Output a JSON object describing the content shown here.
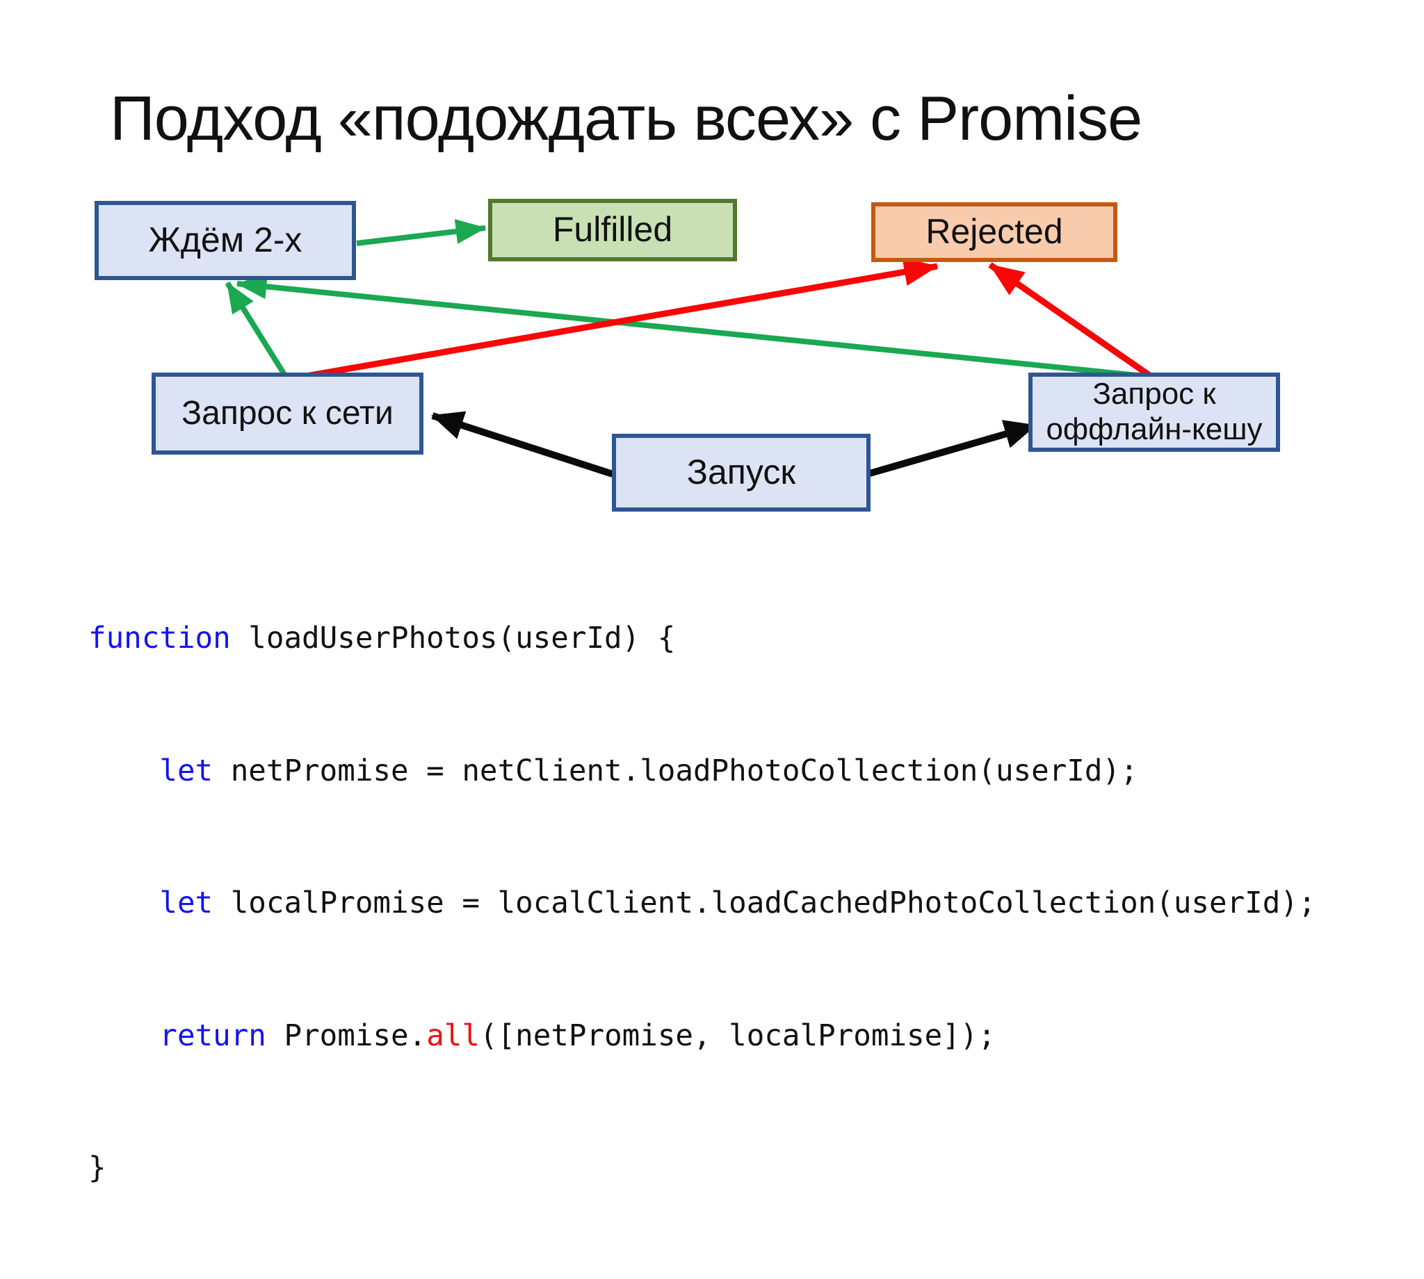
{
  "slide": {
    "title": "Подход «подождать всех» с Promise"
  },
  "colors": {
    "page_bg": "#ffffff",
    "title_text": "#111111",
    "node_blue_fill": "#dce3f4",
    "node_blue_border": "#2d5693",
    "node_green_fill": "#c9e0b5",
    "node_green_border": "#507a2d",
    "node_orange_fill": "#f8cbad",
    "node_orange_border": "#c45911",
    "arrow_green": "#1aa851",
    "arrow_red": "#f90606",
    "arrow_black": "#0a0a0a",
    "code_keyword_blue": "#1414f0",
    "code_method_red": "#ee1111",
    "code_text": "#111111"
  },
  "nodes": {
    "waiting": {
      "label": "Ждём 2-х"
    },
    "fulfilled": {
      "label": "Fulfilled"
    },
    "rejected": {
      "label": "Rejected"
    },
    "net_request": {
      "label": "Запрос к сети"
    },
    "cache_request": {
      "line1": "Запрос к",
      "line2": "оффлайн-кешу"
    },
    "start": {
      "label": "Запуск"
    }
  },
  "edges": [
    {
      "from": "waiting",
      "to": "fulfilled",
      "color": "green"
    },
    {
      "from": "net_request",
      "to": "waiting",
      "color": "green"
    },
    {
      "from": "cache_request",
      "to": "waiting",
      "color": "green"
    },
    {
      "from": "net_request",
      "to": "rejected",
      "color": "red"
    },
    {
      "from": "cache_request",
      "to": "rejected",
      "color": "red"
    },
    {
      "from": "start",
      "to": "net_request",
      "color": "black"
    },
    {
      "from": "start",
      "to": "cache_request",
      "color": "black"
    }
  ],
  "code": {
    "lines": [
      [
        {
          "t": "function",
          "c": "kw"
        },
        {
          "t": " loadUserPhotos(userId) {",
          "c": "pl"
        }
      ],
      [
        {
          "t": "    ",
          "c": "pl"
        },
        {
          "t": "let",
          "c": "kw"
        },
        {
          "t": " netPromise = netClient.loadPhotoCollection(userId);",
          "c": "pl"
        }
      ],
      [
        {
          "t": "    ",
          "c": "pl"
        },
        {
          "t": "let",
          "c": "kw"
        },
        {
          "t": " localPromise = localClient.loadCachedPhotoCollection(userId);",
          "c": "pl"
        }
      ],
      [
        {
          "t": "    ",
          "c": "pl"
        },
        {
          "t": "return",
          "c": "kw"
        },
        {
          "t": " Promise.",
          "c": "pl"
        },
        {
          "t": "all",
          "c": "fn"
        },
        {
          "t": "([netPromise, localPromise]);",
          "c": "pl"
        }
      ],
      [
        {
          "t": "}",
          "c": "pl"
        }
      ]
    ]
  }
}
